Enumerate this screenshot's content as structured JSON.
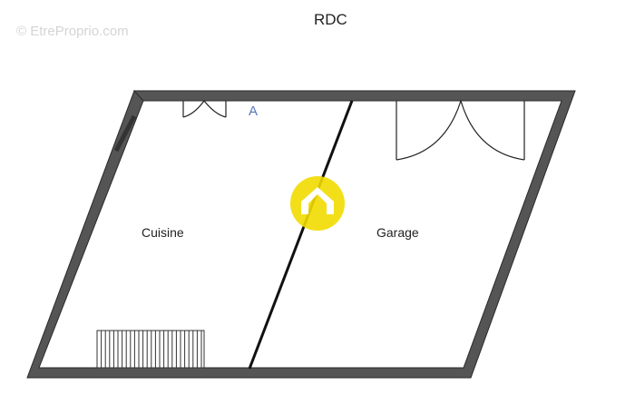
{
  "level_title": "RDC",
  "rooms": {
    "cuisine": "Cuisine",
    "garage": "Garage"
  },
  "marker_label": "A",
  "watermark": "© EtreProprio.com",
  "colors": {
    "wall": "#555555",
    "wall_edge": "#2a2a2a",
    "lines": "#222222",
    "marker": "#5a78b8",
    "logo": "#f2dc00",
    "background": "#ffffff"
  },
  "icons": {
    "logo": "house-logo-icon"
  }
}
